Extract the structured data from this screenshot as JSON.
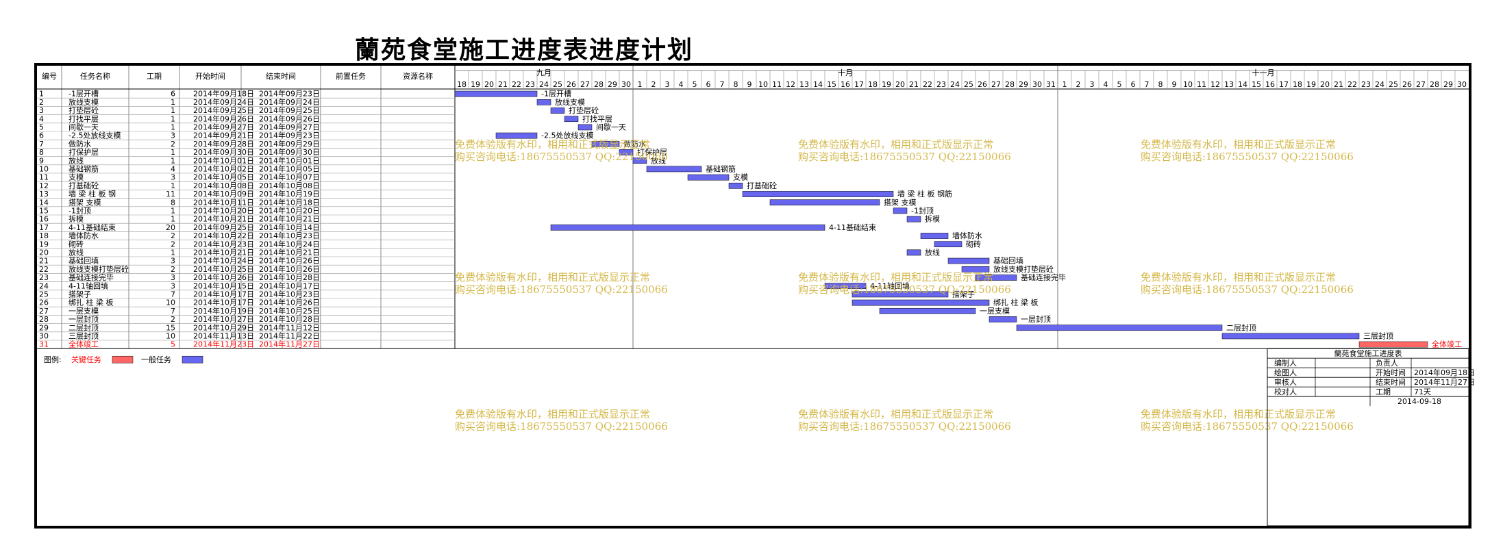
{
  "title": "蘭苑食堂施工进度表进度计划",
  "columns": [
    "编号",
    "任务名称",
    "工期",
    "开始时间",
    "结束时间",
    "前置任务",
    "资源名称"
  ],
  "months": [
    "九月",
    "十月",
    "十一月"
  ],
  "day_labels": {
    "sep": [
      18,
      19,
      20,
      21,
      22,
      23,
      24,
      25,
      26,
      27,
      28,
      29,
      30
    ],
    "oct": [
      1,
      2,
      3,
      4,
      5,
      6,
      7,
      8,
      9,
      10,
      11,
      12,
      13,
      14,
      15,
      16,
      17,
      18,
      19,
      20,
      21,
      22,
      23,
      24,
      25,
      26,
      27,
      28,
      29,
      30,
      31
    ],
    "nov": [
      1,
      2,
      3,
      4,
      5,
      6,
      7,
      8,
      9,
      10,
      11,
      12,
      13,
      14,
      15,
      16,
      17,
      18,
      19,
      20,
      21,
      22,
      23,
      24,
      25,
      26,
      27,
      28,
      29,
      30
    ]
  },
  "colors": {
    "normal": "#6666ee",
    "critical": "#ff6666",
    "critical_text": "#ff0000",
    "watermark": "#d4b84a"
  },
  "watermark": {
    "line1": "免费体验版有水印，相用和正式版显示正常",
    "line2": "购买咨询电话:18675550537 QQ:22150066"
  },
  "chart_data": {
    "type": "gantt",
    "title": "蘭苑食堂施工进度表进度计划",
    "x_range": [
      "2014-09-18",
      "2014-11-30"
    ],
    "tasks": [
      {
        "id": "1",
        "name": "-1层开槽",
        "bar_label": "-1层开槽",
        "duration": 6,
        "start": "2014年09月18日",
        "end": "2014年09月23日",
        "critical": false
      },
      {
        "id": "2",
        "name": "放线支模",
        "bar_label": "放线支模",
        "duration": 1,
        "start": "2014年09月24日",
        "end": "2014年09月24日",
        "critical": false
      },
      {
        "id": "3",
        "name": "打垫层砼",
        "bar_label": "打垫层砼",
        "duration": 1,
        "start": "2014年09月25日",
        "end": "2014年09月25日",
        "critical": false
      },
      {
        "id": "4",
        "name": "打找平层",
        "bar_label": "打找平层",
        "duration": 1,
        "start": "2014年09月26日",
        "end": "2014年09月26日",
        "critical": false
      },
      {
        "id": "5",
        "name": "间歇一天",
        "bar_label": "间歇一天",
        "duration": 1,
        "start": "2014年09月27日",
        "end": "2014年09月27日",
        "critical": false
      },
      {
        "id": "6",
        "name": "-2.5处放线支模",
        "bar_label": "-2.5处放线支模",
        "duration": 3,
        "start": "2014年09月21日",
        "end": "2014年09月23日",
        "critical": false
      },
      {
        "id": "7",
        "name": "做防水",
        "bar_label": "做防水",
        "duration": 2,
        "start": "2014年09月28日",
        "end": "2014年09月29日",
        "critical": false
      },
      {
        "id": "8",
        "name": "打保护层",
        "bar_label": "打保护层",
        "duration": 1,
        "start": "2014年09月30日",
        "end": "2014年09月30日",
        "critical": false
      },
      {
        "id": "9",
        "name": "放线",
        "bar_label": "放线",
        "duration": 1,
        "start": "2014年10月01日",
        "end": "2014年10月01日",
        "critical": false
      },
      {
        "id": "10",
        "name": "基础钢筋",
        "bar_label": "基础钢筋",
        "duration": 4,
        "start": "2014年10月02日",
        "end": "2014年10月05日",
        "critical": false
      },
      {
        "id": "11",
        "name": "支模",
        "bar_label": "支模",
        "duration": 3,
        "start": "2014年10月05日",
        "end": "2014年10月07日",
        "critical": false
      },
      {
        "id": "12",
        "name": "打基础砼",
        "bar_label": "打基础砼",
        "duration": 1,
        "start": "2014年10月08日",
        "end": "2014年10月08日",
        "critical": false
      },
      {
        "id": "13",
        "name": "墙 梁 柱 板 钢",
        "bar_label": "墙 梁 柱 板 钢筋",
        "duration": 11,
        "start": "2014年10月09日",
        "end": "2014年10月19日",
        "critical": false
      },
      {
        "id": "14",
        "name": "搭架 支模",
        "bar_label": "搭架 支模",
        "duration": 8,
        "start": "2014年10月11日",
        "end": "2014年10月18日",
        "critical": false
      },
      {
        "id": "15",
        "name": "-1封顶",
        "bar_label": "-1封顶",
        "duration": 1,
        "start": "2014年10月20日",
        "end": "2014年10月20日",
        "critical": false
      },
      {
        "id": "16",
        "name": "拆模",
        "bar_label": "拆模",
        "duration": 1,
        "start": "2014年10月21日",
        "end": "2014年10月21日",
        "critical": false
      },
      {
        "id": "17",
        "name": "4-11基础结束",
        "bar_label": "4-11基础结束",
        "duration": 20,
        "start": "2014年09月25日",
        "end": "2014年10月14日",
        "critical": false
      },
      {
        "id": "18",
        "name": "墙体防水",
        "bar_label": "墙体防水",
        "duration": 2,
        "start": "2014年10月22日",
        "end": "2014年10月23日",
        "critical": false
      },
      {
        "id": "19",
        "name": "砌砖",
        "bar_label": "砌砖",
        "duration": 2,
        "start": "2014年10月23日",
        "end": "2014年10月24日",
        "critical": false
      },
      {
        "id": "20",
        "name": "放线",
        "bar_label": "放线",
        "duration": 1,
        "start": "2014年10月21日",
        "end": "2014年10月21日",
        "critical": false
      },
      {
        "id": "21",
        "name": "基础回填",
        "bar_label": "基础回填",
        "duration": 3,
        "start": "2014年10月24日",
        "end": "2014年10月26日",
        "critical": false
      },
      {
        "id": "22",
        "name": "放线支模打垫层砼",
        "bar_label": "放线支模打垫层砼",
        "duration": 2,
        "start": "2014年10月25日",
        "end": "2014年10月26日",
        "critical": false
      },
      {
        "id": "23",
        "name": "基础连接完毕",
        "bar_label": "基础连接完毕",
        "duration": 3,
        "start": "2014年10月26日",
        "end": "2014年10月28日",
        "critical": false
      },
      {
        "id": "24",
        "name": "4-11轴回填",
        "bar_label": "4-11轴回填",
        "duration": 3,
        "start": "2014年10月15日",
        "end": "2014年10月17日",
        "critical": false
      },
      {
        "id": "25",
        "name": "搭架子",
        "bar_label": "搭架子",
        "duration": 7,
        "start": "2014年10月17日",
        "end": "2014年10月23日",
        "critical": false
      },
      {
        "id": "26",
        "name": "绑扎 柱 梁 板",
        "bar_label": "绑扎 柱 梁 板",
        "duration": 10,
        "start": "2014年10月17日",
        "end": "2014年10月26日",
        "critical": false
      },
      {
        "id": "27",
        "name": "一层支模",
        "bar_label": "一层支模",
        "duration": 7,
        "start": "2014年10月19日",
        "end": "2014年10月25日",
        "critical": false
      },
      {
        "id": "28",
        "name": "一层封顶",
        "bar_label": "一层封顶",
        "duration": 2,
        "start": "2014年10月27日",
        "end": "2014年10月28日",
        "critical": false
      },
      {
        "id": "29",
        "name": "二层封顶",
        "bar_label": "二层封顶",
        "duration": 15,
        "start": "2014年10月29日",
        "end": "2014年11月12日",
        "critical": false
      },
      {
        "id": "30",
        "name": "三层封顶",
        "bar_label": "三层封顶",
        "duration": 10,
        "start": "2014年11月13日",
        "end": "2014年11月22日",
        "critical": false
      },
      {
        "id": "31",
        "name": "全体竣工",
        "bar_label": "全体竣工",
        "duration": 5,
        "start": "2014年11月23日",
        "end": "2014年11月27日",
        "critical": true
      }
    ]
  },
  "legend": {
    "label": "图例:",
    "critical": "关键任务",
    "normal": "一般任务"
  },
  "info_box": {
    "title": "蘭苑食堂施工进度表",
    "rows": [
      {
        "k1": "编制人",
        "v1": "",
        "k2": "负责人",
        "v2": ""
      },
      {
        "k1": "绘图人",
        "v1": "",
        "k2": "开始时间",
        "v2": "2014年09月18日"
      },
      {
        "k1": "审核人",
        "v1": "",
        "k2": "结束时间",
        "v2": "2014年11月27日"
      },
      {
        "k1": "校对人",
        "v1": "",
        "k2": "工期",
        "v2": "71天"
      }
    ],
    "date": "2014-09-18"
  }
}
